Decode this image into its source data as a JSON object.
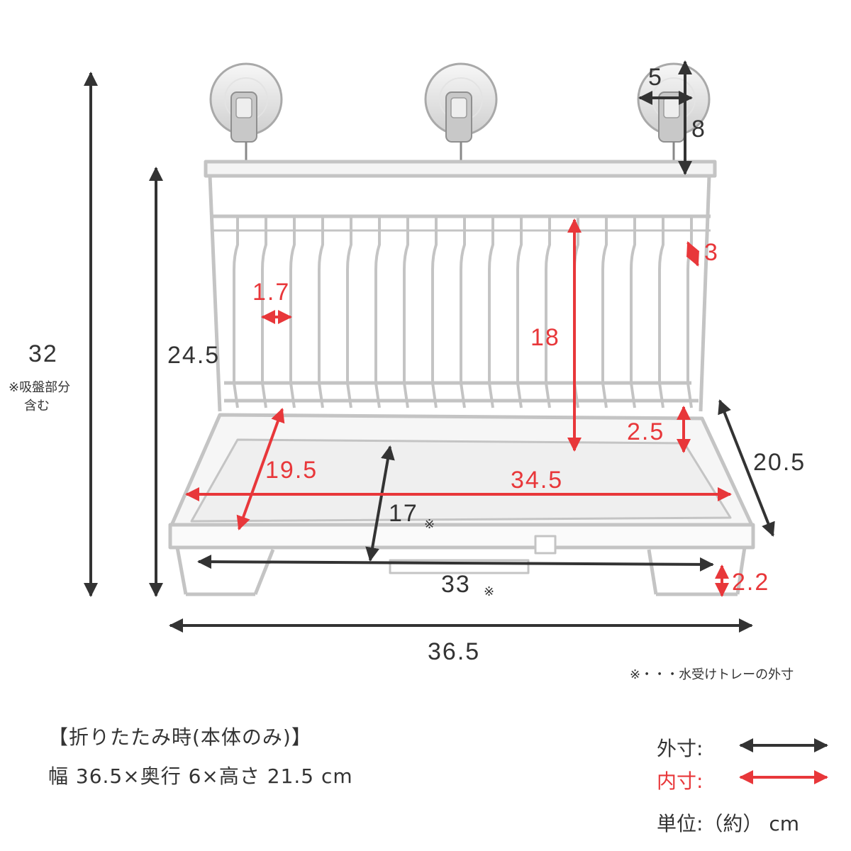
{
  "colors": {
    "outer": "#333333",
    "inner": "#e8373a",
    "rack": "#d8d8d8",
    "rack_edge": "#b9b9b9"
  },
  "icons": {
    "suction_cup": "suction-cup-icon"
  },
  "dimensions": {
    "total_height": "32",
    "total_height_note_line1": "※吸盤部分",
    "total_height_note_line2": "含む",
    "rack_height": "24.5",
    "suction_width": "5",
    "suction_height": "8",
    "slot_gap": "1.7",
    "slot_depth_top": "3",
    "inner_height": "18",
    "tray_depth_inner": "2.5",
    "side_depth": "20.5",
    "inner_depth": "19.5",
    "inner_width": "34.5",
    "tray_depth": "17",
    "tray_depth_mark": "※",
    "tray_width": "33",
    "tray_width_mark": "※",
    "foot_height": "2.2",
    "total_width": "36.5"
  },
  "tray_note": "※・・・水受けトレーの外寸",
  "folded": {
    "title": "【折りたたみ時(本体のみ)】",
    "size": "幅 36.5×奥行 6×高さ 21.5 cm"
  },
  "legend": {
    "outer_label": "外寸:",
    "inner_label": "内寸:",
    "unit": "単位:（約） cm"
  }
}
